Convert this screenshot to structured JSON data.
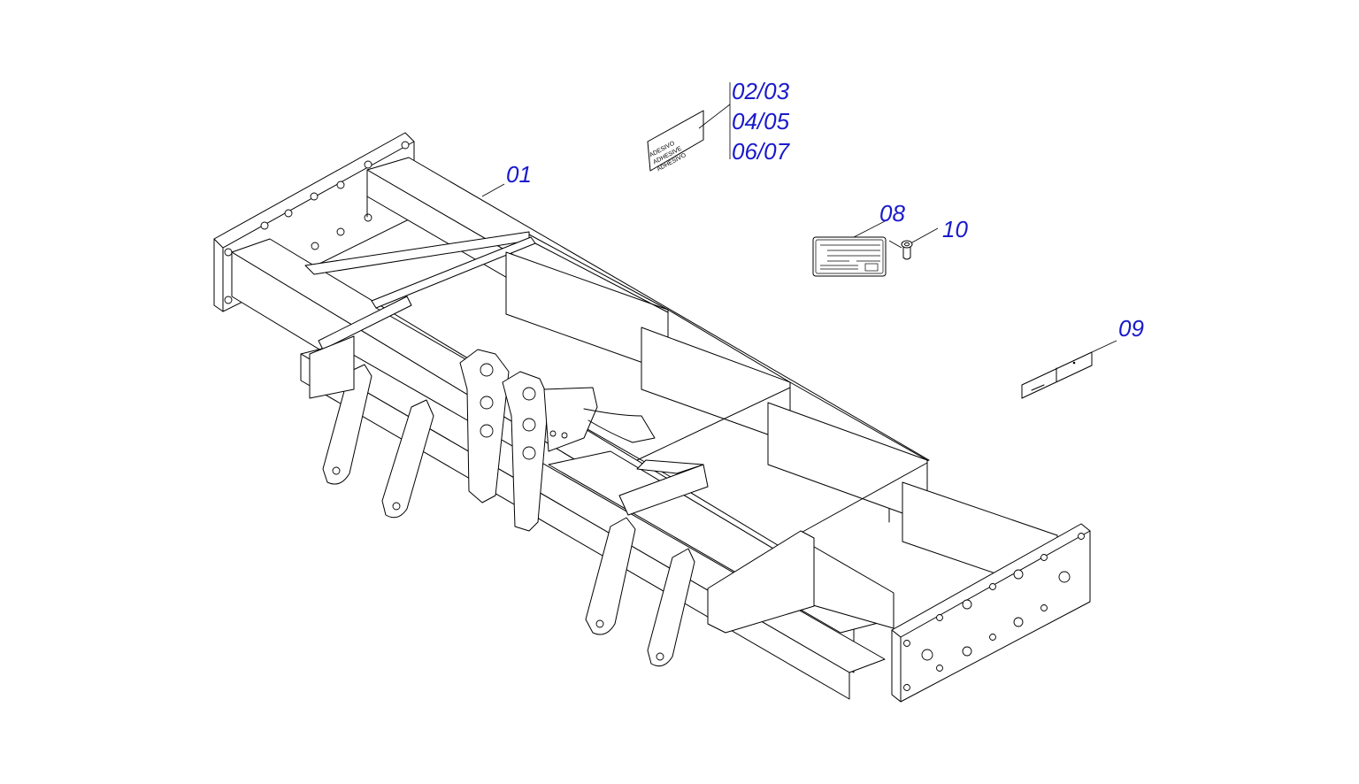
{
  "diagram": {
    "callouts": {
      "c01": "01",
      "c0203": "02/03",
      "c0405": "04/05",
      "c0607": "06/07",
      "c08": "08",
      "c09": "09",
      "c10": "10"
    },
    "sticker_lines": [
      "ADESIVO",
      "ADHESIVE",
      "ADHESIVO"
    ]
  }
}
